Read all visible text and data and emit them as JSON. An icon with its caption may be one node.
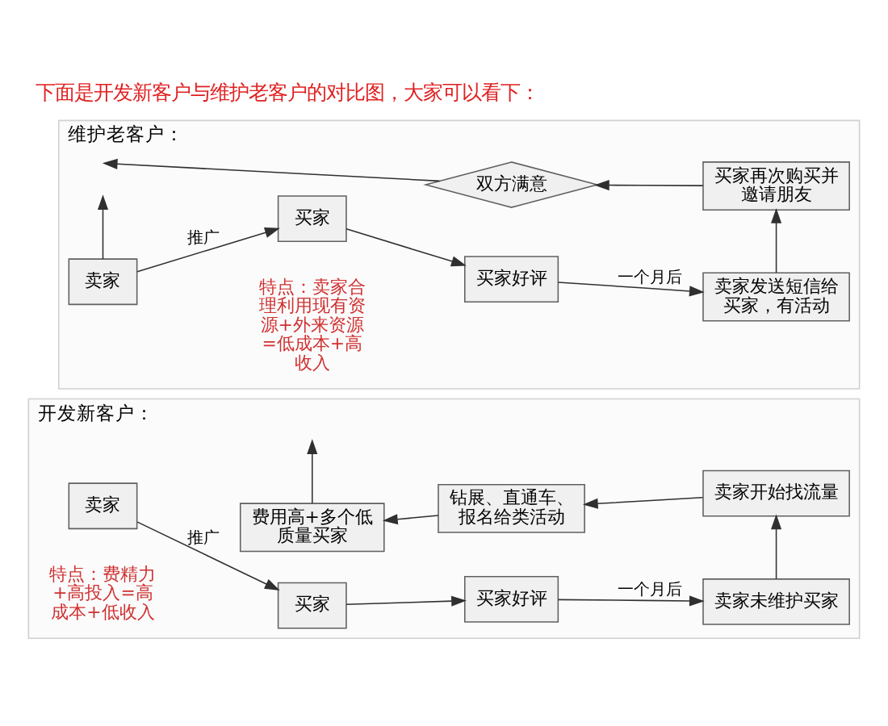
{
  "diagram": {
    "title": "下面是开发新客户与维护老客户的对比图，大家可以看下：",
    "nodes": [
      {
        "text": [
          "开发新客户："
        ]
      },
      {
        "text": [
          "卖家"
        ],
        "in": 0
      },
      {
        "text": [
          "买家"
        ],
        "in": 0
      },
      {
        "text": [
          "买家好评"
        ],
        "in": 0
      },
      {
        "text": [
          "卖家未维护买家"
        ],
        "in": 0
      },
      {
        "text": [
          "卖家开始找流量"
        ],
        "in": 0
      },
      {
        "text": [
          "钻展、直通车、报名给类活动"
        ],
        "in": 0
      },
      {
        "text": [
          "费用高+多个低质量买家"
        ],
        "in": 0
      },
      {
        "text": [
          "维护老客户："
        ]
      },
      {
        "text": [
          "卖家"
        ],
        "in": 8
      },
      {
        "text": [
          "买家"
        ],
        "in": 8
      },
      {
        "text": [
          "买家好评"
        ],
        "in": 8
      },
      {
        "text": [
          "卖家发送短信给买家，有活动"
        ],
        "in": 8
      },
      {
        "text": [
          "买家再次购买并邀请朋友"
        ],
        "in": 8
      },
      {
        "text": [
          "双方满意"
        ],
        "in": 8
      }
    ],
    "edges": [
      {
        "from": 1,
        "to": 2,
        "arrow": "to",
        "label": "推广"
      },
      {
        "from": 2,
        "to": 3,
        "arrow": "to"
      },
      {
        "from": 3,
        "to": 4,
        "arrow": "to",
        "label": "一个月后"
      },
      {
        "from": 4,
        "to": 5,
        "arrow": "to"
      },
      {
        "from": 5,
        "to": 6,
        "arrow": "to"
      },
      {
        "from": 6,
        "to": 7,
        "arrow": "to"
      },
      {
        "from": 7,
        "to": null,
        "arrow": "to"
      },
      {
        "from": 9,
        "to": 10,
        "arrow": "to",
        "label": "推广"
      },
      {
        "from": 10,
        "to": 11,
        "arrow": "to"
      },
      {
        "from": 11,
        "to": 12,
        "arrow": "to",
        "label": "一个月后"
      },
      {
        "from": 12,
        "to": 13,
        "arrow": "to"
      },
      {
        "from": 13,
        "to": 14,
        "arrow": "to"
      },
      {
        "from": 14,
        "to": null,
        "arrow": "to"
      },
      {
        "from": 9,
        "to": null,
        "arrow": "to"
      }
    ],
    "labels": [
      "特点：费精力+高投入=高成本+低收入",
      "特点：卖家合理利用现有资源+外来资源=低成本+高收入"
    ]
  }
}
